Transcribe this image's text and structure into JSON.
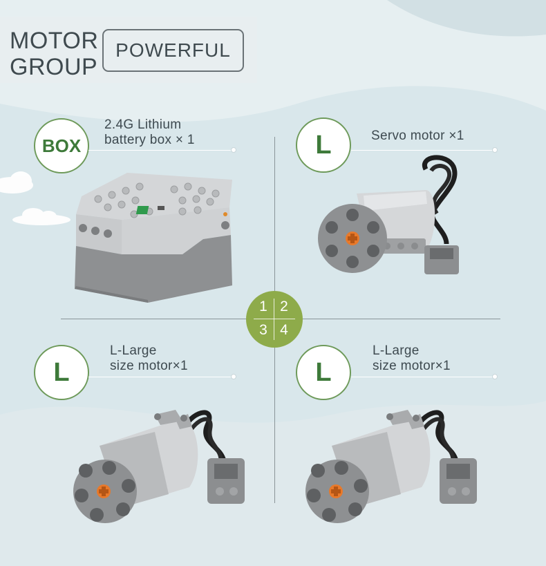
{
  "header": {
    "title_line1": "MOTOR",
    "title_line2": "GROUP",
    "badge": "POWERFUL"
  },
  "center": {
    "numbers": [
      "1",
      "2",
      "3",
      "4"
    ]
  },
  "items": [
    {
      "badge": "BOX",
      "desc_line1": "2.4G Lithium",
      "desc_line2": "battery box × 1",
      "image_icon": "battery-box"
    },
    {
      "badge": "L",
      "desc_line1": "Servo motor ×1",
      "desc_line2": "",
      "image_icon": "servo-motor"
    },
    {
      "badge": "L",
      "desc_line1": "L-Large",
      "desc_line2": "size motor×1",
      "image_icon": "large-motor"
    },
    {
      "badge": "L",
      "desc_line1": "L-Large",
      "desc_line2": "size motor×1",
      "image_icon": "large-motor"
    }
  ],
  "colors": {
    "accent_green": "#3e7a3a",
    "center_green": "#8eab4a",
    "background": "#d8e6ea"
  }
}
